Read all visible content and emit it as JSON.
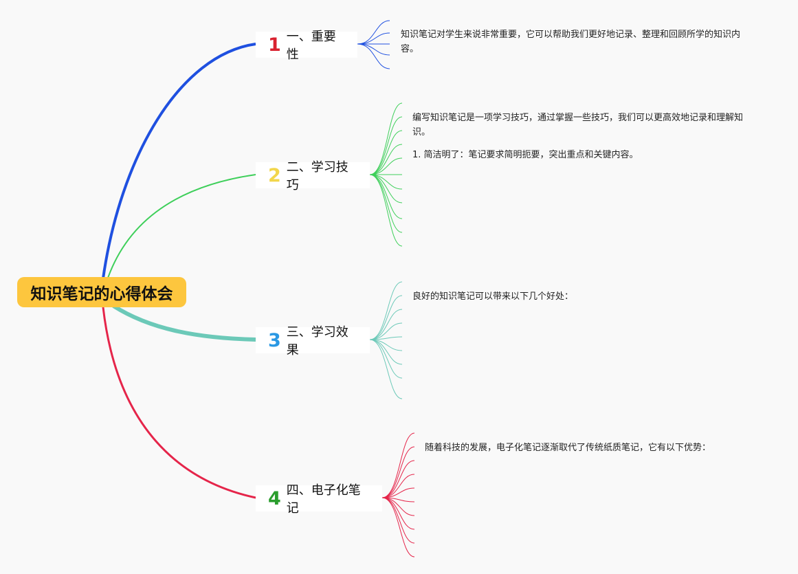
{
  "root": {
    "title": "知识笔记的心得体会"
  },
  "colors": {
    "root_bg": "#fdc63e",
    "b1": "#1f50e0",
    "b2": "#3ecf5a",
    "b3": "#6cc9b8",
    "b4": "#e5254a",
    "n1": "#d9212f",
    "n2": "#f2d64b",
    "n3": "#2a98e3",
    "n4": "#2a9d2d"
  },
  "branches": [
    {
      "num": "1",
      "label": "一、重要性"
    },
    {
      "num": "2",
      "label": "二、学习技巧"
    },
    {
      "num": "3",
      "label": "三、学习效果"
    },
    {
      "num": "4",
      "label": "四、电子化笔记"
    }
  ],
  "notes": {
    "n1": "知识笔记对学生来说非常重要，它可以帮助我们更好地记录、整理和回顾所学的知识内容。",
    "n2a": "编写知识笔记是一项学习技巧，通过掌握一些技巧，我们可以更高效地记录和理解知识。",
    "n2b": "1. 简洁明了：笔记要求简明扼要，突出重点和关键内容。",
    "n3": "良好的知识笔记可以带来以下几个好处：",
    "n4": "随着科技的发展，电子化笔记逐渐取代了传统纸质笔记，它有以下优势："
  }
}
